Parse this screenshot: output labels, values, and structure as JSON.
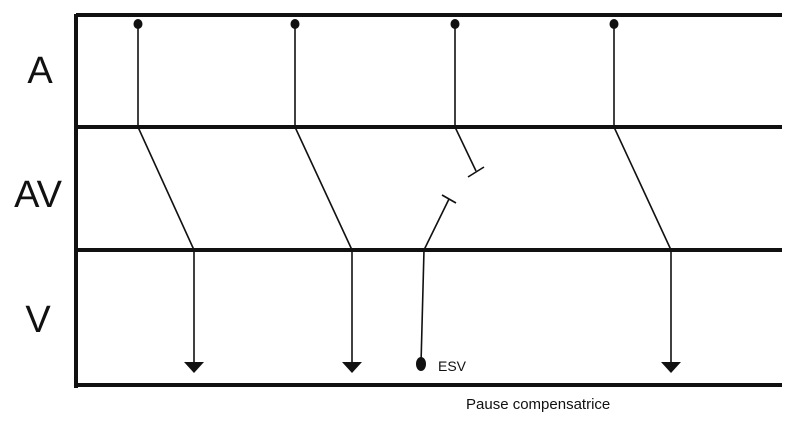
{
  "diagram": {
    "rows": [
      {
        "key": "A",
        "label": "A"
      },
      {
        "key": "AV",
        "label": "AV"
      },
      {
        "key": "V",
        "label": "V"
      }
    ],
    "beats": [
      {
        "kind": "sinus",
        "conducted": true
      },
      {
        "kind": "sinus",
        "conducted": true
      },
      {
        "kind": "sinus",
        "conducted": false
      },
      {
        "kind": "sinus",
        "conducted": true
      }
    ],
    "ectopic": {
      "label": "ESV"
    },
    "caption": "Pause compensatrice",
    "colors": {
      "ink": "#111111",
      "background": "#ffffff"
    }
  }
}
